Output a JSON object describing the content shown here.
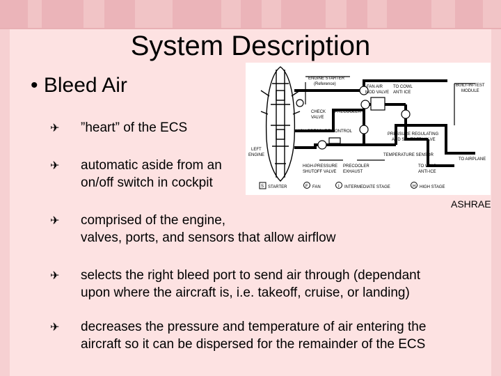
{
  "slide": {
    "title": "System Description",
    "main_bullet": "• Bleed Air",
    "items": [
      {
        "marker": "✈",
        "lines": [
          "”heart” of the ECS"
        ]
      },
      {
        "marker": "✈",
        "lines": [
          "automatic aside from an",
          "on/off switch in cockpit"
        ]
      },
      {
        "marker": "✈",
        "lines": [
          "comprised of the engine,",
          "valves, ports, and sensors that allow airflow"
        ]
      },
      {
        "marker": "✈",
        "lines": [
          "selects the right bleed port to send air through (dependant",
          "upon where the aircraft is, i.e. takeoff, cruise, or landing)"
        ]
      },
      {
        "marker": "✈",
        "lines": [
          "decreases the pressure and temperature of air entering the",
          "aircraft so it can be dispersed for the remainder of the ECS"
        ]
      }
    ],
    "credit": "ASHRAE"
  },
  "diagram": {
    "labels": {
      "engine_starter": "ENGINE STARTER",
      "reference": "(Reference)",
      "fan_air_mod_valve": "FAN AIR",
      "fan_air_mod_valve_2": "MOD VALVE",
      "to_cowl": "TO COWL",
      "anti_ice": "ANTI ICE",
      "bite_module": "BUILT-IN-TEST",
      "bite_module_2": "MODULE",
      "check_valve": "CHECK",
      "check_valve_2": "VALVE",
      "precooler": "PRECOOLER",
      "hp_control": "HIGH-PRESSURE CONTROL",
      "prsov": "PRESSURE REGULATING",
      "prsov_2": "AND SHUTOFF VALVE",
      "temp_sensor": "TEMPERATURE SENSOR",
      "to_airplane": "TO AIRPLANE",
      "left_engine": "LEFT",
      "left_engine_2": "ENGINE",
      "hp_shutoff": "HIGH-PRESSURE",
      "hp_shutoff_2": "SHUTOFF VALVE",
      "precooler_exhaust": "PRECOOLER",
      "precooler_exhaust_2": "EXHAUST",
      "to_wing": "TO WING",
      "to_wing_2": "ANTI-ICE",
      "legend_starter": "STARTER",
      "legend_fan": "FAN",
      "legend_intermediate": "INTERMEDIATE STAGE",
      "legend_high": "HIGH STAGE",
      "key_s": "S",
      "key_f": "F",
      "key_i": "I",
      "key_h": "H"
    }
  }
}
